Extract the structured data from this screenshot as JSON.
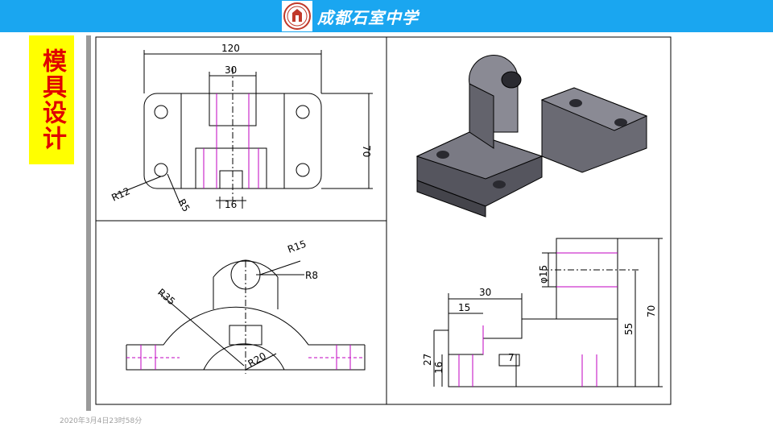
{
  "header": {
    "school_name": "成都石室中学",
    "accent_color": "#1aa6f0"
  },
  "side_label": {
    "text": "模具设计",
    "bg_color": "#ffff00",
    "text_color": "#e00000"
  },
  "drawing": {
    "top_view": {
      "dims": [
        "120",
        "30",
        "70",
        "R12",
        "R5",
        "16"
      ]
    },
    "front_view": {
      "dims": [
        "R15",
        "R8",
        "R35",
        "R20"
      ]
    },
    "side_view": {
      "dims": [
        "φ15",
        "30",
        "15",
        "70",
        "55",
        "27",
        "16",
        "7"
      ]
    },
    "isometric": {
      "icon": "isometric-part-render"
    }
  },
  "footer": {
    "timestamp": "2020年3月4日23时58分"
  }
}
